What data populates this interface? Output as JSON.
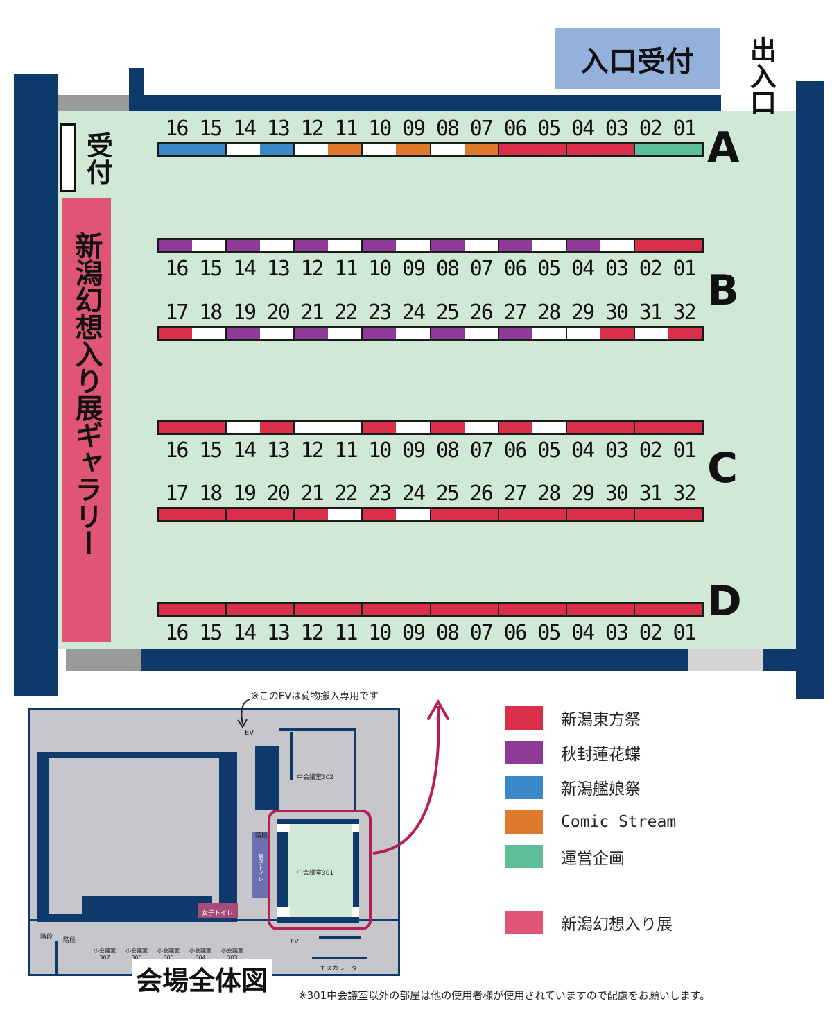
{
  "entrance_reception_label": "入口受付",
  "exit_entrance_label": "出入口",
  "reception_label": "受付",
  "gallery_label": "新潟幻想入り展ギャラリー",
  "rows": [
    {
      "letter": "A",
      "numbers_position": "above",
      "numbers": [
        "16",
        "15",
        "14",
        "13",
        "12",
        "11",
        "10",
        "09",
        "08",
        "07",
        "06",
        "05",
        "04",
        "03",
        "02",
        "01"
      ],
      "seat_colors": [
        "blue",
        "blue",
        "white",
        "blue",
        "white",
        "orange",
        "white",
        "orange",
        "white",
        "orange",
        "red",
        "red",
        "red",
        "red",
        "green",
        "green"
      ]
    },
    {
      "letter": "B",
      "numbers_position": "below",
      "numbers": [
        "16",
        "15",
        "14",
        "13",
        "12",
        "11",
        "10",
        "09",
        "08",
        "07",
        "06",
        "05",
        "04",
        "03",
        "02",
        "01"
      ],
      "seat_colors": [
        "purple",
        "white",
        "purple",
        "white",
        "purple",
        "white",
        "purple",
        "white",
        "purple",
        "white",
        "purple",
        "white",
        "purple",
        "white",
        "red",
        "red"
      ]
    },
    {
      "letter": "",
      "numbers_position": "above",
      "numbers": [
        "17",
        "18",
        "19",
        "20",
        "21",
        "22",
        "23",
        "24",
        "25",
        "26",
        "27",
        "28",
        "29",
        "30",
        "31",
        "32"
      ],
      "seat_colors": [
        "red",
        "white",
        "purple",
        "white",
        "purple",
        "white",
        "purple",
        "white",
        "purple",
        "white",
        "purple",
        "white",
        "white",
        "red",
        "white",
        "red"
      ]
    },
    {
      "letter": "C",
      "numbers_position": "below",
      "numbers": [
        "16",
        "15",
        "14",
        "13",
        "12",
        "11",
        "10",
        "09",
        "08",
        "07",
        "06",
        "05",
        "04",
        "03",
        "02",
        "01"
      ],
      "seat_colors": [
        "red",
        "red",
        "white",
        "red",
        "white",
        "white",
        "red",
        "white",
        "red",
        "white",
        "red",
        "white",
        "red",
        "red",
        "red",
        "red"
      ]
    },
    {
      "letter": "",
      "numbers_position": "above",
      "numbers": [
        "17",
        "18",
        "19",
        "20",
        "21",
        "22",
        "23",
        "24",
        "25",
        "26",
        "27",
        "28",
        "29",
        "30",
        "31",
        "32"
      ],
      "seat_colors": [
        "red",
        "red",
        "red",
        "red",
        "red",
        "white",
        "red",
        "white",
        "red",
        "red",
        "red",
        "red",
        "red",
        "red",
        "red",
        "red"
      ]
    },
    {
      "letter": "D",
      "numbers_position": "below",
      "numbers": [
        "16",
        "15",
        "14",
        "13",
        "12",
        "11",
        "10",
        "09",
        "08",
        "07",
        "06",
        "05",
        "04",
        "03",
        "02",
        "01"
      ],
      "seat_colors": [
        "red",
        "red",
        "red",
        "red",
        "red",
        "red",
        "red",
        "red",
        "red",
        "red",
        "red",
        "red",
        "red",
        "red",
        "red",
        "red"
      ]
    }
  ],
  "colors": {
    "red": "#d8304a",
    "purple": "#8e3b97",
    "blue": "#3b88c8",
    "orange": "#df7a2c",
    "green": "#5dbf97",
    "white": "#ffffff",
    "pink": "#e05474",
    "wall": "#0d3a6b",
    "floor": "#d0e8d6"
  },
  "legend": [
    {
      "label": "新潟東方祭",
      "color": "#d8304a"
    },
    {
      "label": "秋封蓮花蝶",
      "color": "#8e3b97"
    },
    {
      "label": "新潟艦娘祭",
      "color": "#3b88c8"
    },
    {
      "label": "Comic Stream",
      "color": "#df7a2c"
    },
    {
      "label": "運営企画",
      "color": "#5dbf97"
    },
    {
      "label": "新潟幻想入り展",
      "color": "#e05474"
    }
  ],
  "floor_map": {
    "title": "会場全体図",
    "ev_note": "※このEVは荷物搬入専用です",
    "ev_label": "EV",
    "room_302": "中会議室302",
    "room_301": "中会議室301",
    "stairs_label": "階段",
    "mens_toilet": "男子トイレ",
    "womens_toilet": "女子トイレ",
    "small_rooms": [
      "小会議室\n307",
      "小会議室\n306",
      "小会議室\n305",
      "小会議室\n304",
      "小会議室\n303"
    ],
    "escalator": "エスカレーター"
  },
  "footnote": "※301中会議室以外の部屋は他の使用者様が使用されていますので配慮をお願いします。"
}
